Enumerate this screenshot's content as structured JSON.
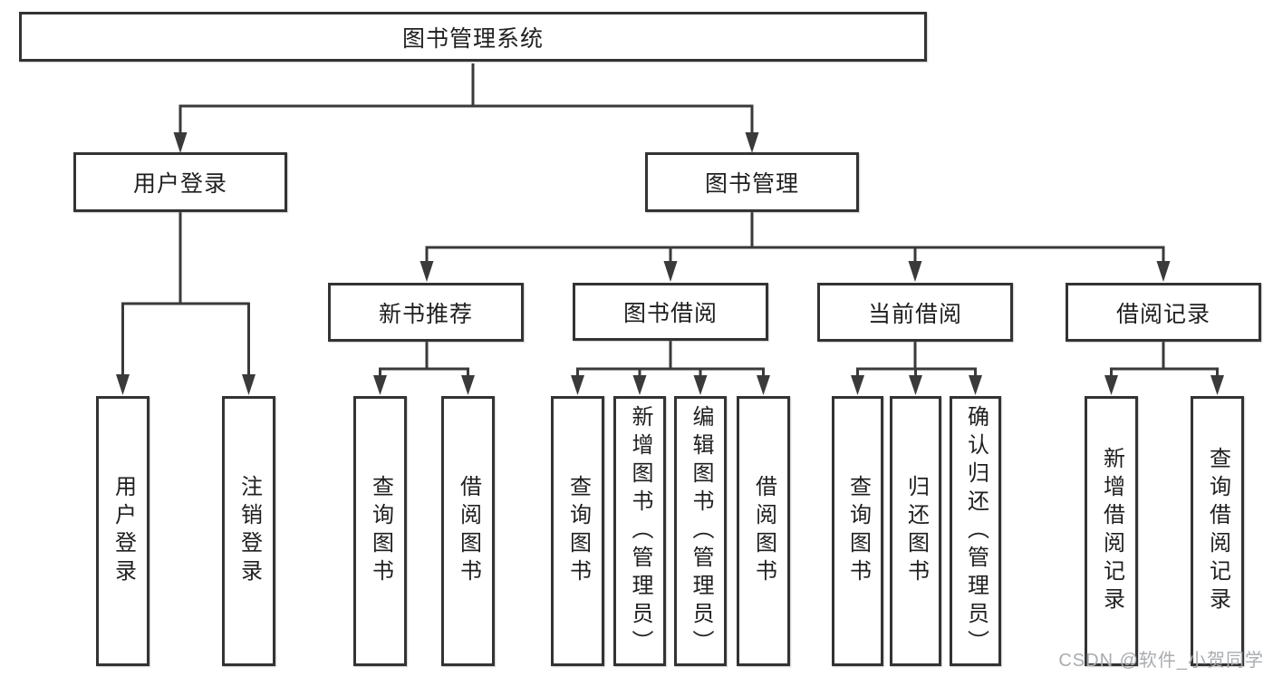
{
  "colors": {
    "line": "#3a3a3a",
    "box_border": "#333333",
    "text": "#1f1f1f",
    "watermark": "#a9acb0",
    "background": "#ffffff"
  },
  "watermark": {
    "text": "CSDN @软件_小贺同学"
  },
  "tree": {
    "root": {
      "label": "图书管理系统",
      "children": [
        {
          "label": "用户登录",
          "children": [
            {
              "label": "用户登录"
            },
            {
              "label": "注销登录"
            }
          ]
        },
        {
          "label": "图书管理",
          "children": [
            {
              "label": "新书推荐",
              "children": [
                {
                  "label": "查询图书"
                },
                {
                  "label": "借阅图书"
                }
              ]
            },
            {
              "label": "图书借阅",
              "children": [
                {
                  "label": "查询图书"
                },
                {
                  "label": "新增图书（管理员）"
                },
                {
                  "label": "编辑图书（管理员）"
                },
                {
                  "label": "借阅图书"
                }
              ]
            },
            {
              "label": "当前借阅",
              "children": [
                {
                  "label": "查询图书"
                },
                {
                  "label": "归还图书"
                },
                {
                  "label": "确认归还（管理员）"
                }
              ]
            },
            {
              "label": "借阅记录",
              "children": [
                {
                  "label": "新增借阅记录"
                },
                {
                  "label": "查询借阅记录"
                }
              ]
            }
          ]
        }
      ]
    }
  }
}
